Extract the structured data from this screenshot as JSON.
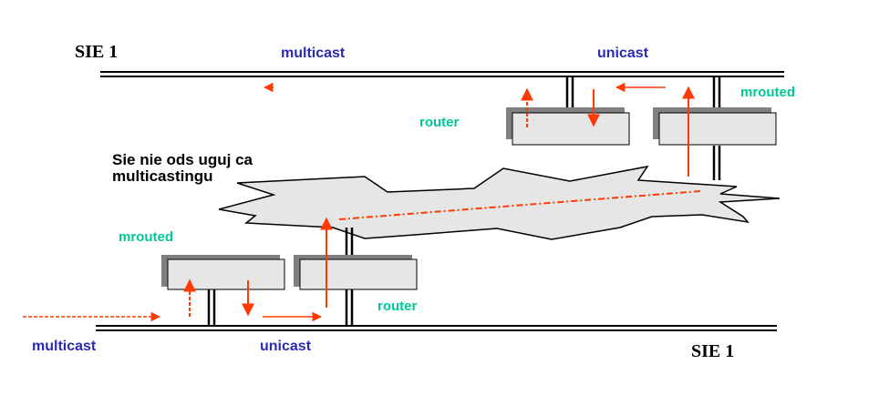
{
  "labels": {
    "top_network_title": "SIE    1",
    "bottom_network_title": "SIE    1",
    "top_multicast": "multicast",
    "top_unicast": "unicast",
    "bottom_multicast": "multicast",
    "bottom_unicast": "unicast",
    "top_router": "router",
    "top_mrouted": "mrouted",
    "bottom_mrouted": "mrouted",
    "bottom_router": "router",
    "cloud_line1": "Sie   nie ods uguj  ca",
    "cloud_line2": "multicastingu"
  },
  "colors": {
    "network_label": "#2a2ab4",
    "device_label": "#00c896",
    "arrow": "#ff3a00",
    "box_fill": "#e6e6e6",
    "box_shadow": "#808080",
    "cloud_fill": "#e6e6e6"
  }
}
